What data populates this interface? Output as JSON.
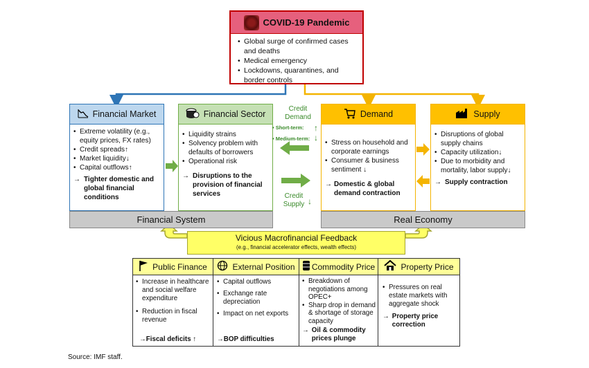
{
  "top_box": {
    "title": "COVID-19 Pandemic",
    "items": [
      "Global surge of confirmed cases and deaths",
      "Medical emergency",
      "Lockdowns, quarantines, and border controls"
    ]
  },
  "financial_market": {
    "title": "Financial Market",
    "items": [
      "Extreme volatility (e.g., equity prices, FX rates)",
      "Credit spreads↑",
      "Market liquidity↓",
      "Capital outflows↑"
    ],
    "outcome_arrow": "→",
    "outcome": "Tighter domestic and global financial conditions"
  },
  "financial_sector": {
    "title": "Financial Sector",
    "items": [
      "Liquidity strains",
      "Solvency problem with defaults of borrowers",
      "Operational risk"
    ],
    "outcome_arrow": "→",
    "outcome": "Disruptions to the provision of financial services"
  },
  "credit_demand": {
    "label": "Credit Demand",
    "short_term": "• Short-term:",
    "medium_term": "• Medium-term:",
    "short_arrow": "↑",
    "medium_arrow": "↓"
  },
  "credit_supply": {
    "label": "Credit Supply",
    "arrow": "↓"
  },
  "demand": {
    "title": "Demand",
    "items": [
      "Stress on household and corporate earnings",
      "Consumer & business sentiment ↓"
    ],
    "outcome_arrow": "→",
    "outcome": "Domestic & global demand contraction"
  },
  "supply": {
    "title": "Supply",
    "items": [
      "Disruptions of global supply chains",
      "Capacity utilization↓",
      "Due to morbidity and mortality, labor supply↓"
    ],
    "outcome_arrow": "→",
    "outcome": "Supply contraction"
  },
  "bars": {
    "financial_system": "Financial System",
    "real_economy": "Real Economy"
  },
  "feedback": {
    "title": "Vicious Macrofinancial Feedback",
    "subtitle": "(e.g., financial accelerator effects, wealth effects)"
  },
  "public_finance": {
    "title": "Public Finance",
    "items": [
      "Increase in healthcare and social welfare expenditure",
      "Reduction in fiscal revenue"
    ],
    "outcome_arrow": "→",
    "outcome": "Fiscal deficits ↑"
  },
  "external_position": {
    "title": "External Position",
    "items": [
      "Capital outflows",
      "Exchange rate depreciation",
      "Impact on net exports"
    ],
    "outcome_arrow": "→",
    "outcome": "BOP difficulties"
  },
  "commodity_price": {
    "title": "Commodity Price",
    "items": [
      "Breakdown of negotiations among OPEC+",
      "Sharp drop in demand & shortage of storage capacity"
    ],
    "outcome_arrow": "→",
    "outcome": "Oil & commodity prices plunge"
  },
  "property_price": {
    "title": "Property Price",
    "items": [
      "Pressures on real estate markets with aggregate shock"
    ],
    "outcome_arrow": "→",
    "outcome": "Property price correction"
  },
  "source": "Source: IMF staff.",
  "colors": {
    "covid_header": "#e6607d",
    "financial_market_header": "#bdd7ee",
    "financial_sector_header": "#c5e0b4",
    "demand_header": "#ffc000",
    "supply_header": "#ffc000",
    "bottom_header": "#ffff99",
    "feedback": "#ffff66",
    "bar": "#c9c9c9",
    "blue": "#2e75b6",
    "green": "#70ad47",
    "orange": "#f4b400",
    "olive": "#a6a630"
  },
  "icons": {
    "covid": "virus-icon",
    "financial_market": "chart-down-icon",
    "financial_sector": "coins-icon",
    "demand": "cart-icon",
    "supply": "factory-icon",
    "public_finance": "flag-icon",
    "external_position": "globe-icon",
    "commodity_price": "barrel-icon",
    "property_price": "house-icon"
  }
}
